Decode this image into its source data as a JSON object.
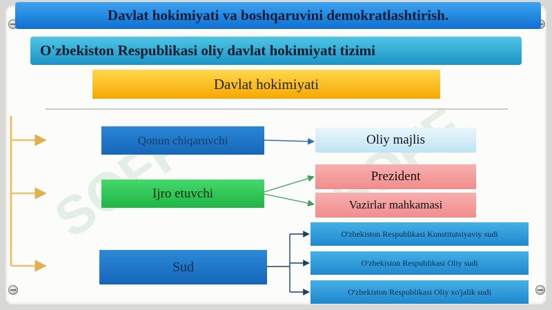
{
  "slide": {
    "title": "Davlat hokimiyati va boshqaruvini demokratlashtirish.",
    "subtitle": "O'zbekiston Respublikasi oliy davlat hokimiyati tizimi",
    "root": "Davlat hokimiyati",
    "branches": {
      "legislative": "Qonun chiqaruvchi",
      "executive": "Ijro etuvchi",
      "judicial": "Sud"
    },
    "legislative_body": "Oliy majlis",
    "executive_bodies": [
      "Prezident",
      "Vazirlar mahkamasi"
    ],
    "courts": [
      "O'zbekiston Respublikasi Konstitutsiyaviy sudi",
      "O'zbekiston Respublikasi Oliy sudi",
      "O'zbekiston Respublikasi Oliy xo'jalik sudi"
    ],
    "watermark": "SOFF"
  },
  "colors": {
    "title_bar": "#1f86e0",
    "subtitle_bar": "#2aa6d6",
    "root_box": "#f8b800",
    "legislative": "#1f75c8",
    "executive": "#2cc455",
    "judicial": "#1f75c8",
    "oliy_majlis": "#d6eef9",
    "executive_bodies": "#f4a0a0",
    "courts": "#2f9ad9",
    "bracket": "#e8c36a"
  }
}
